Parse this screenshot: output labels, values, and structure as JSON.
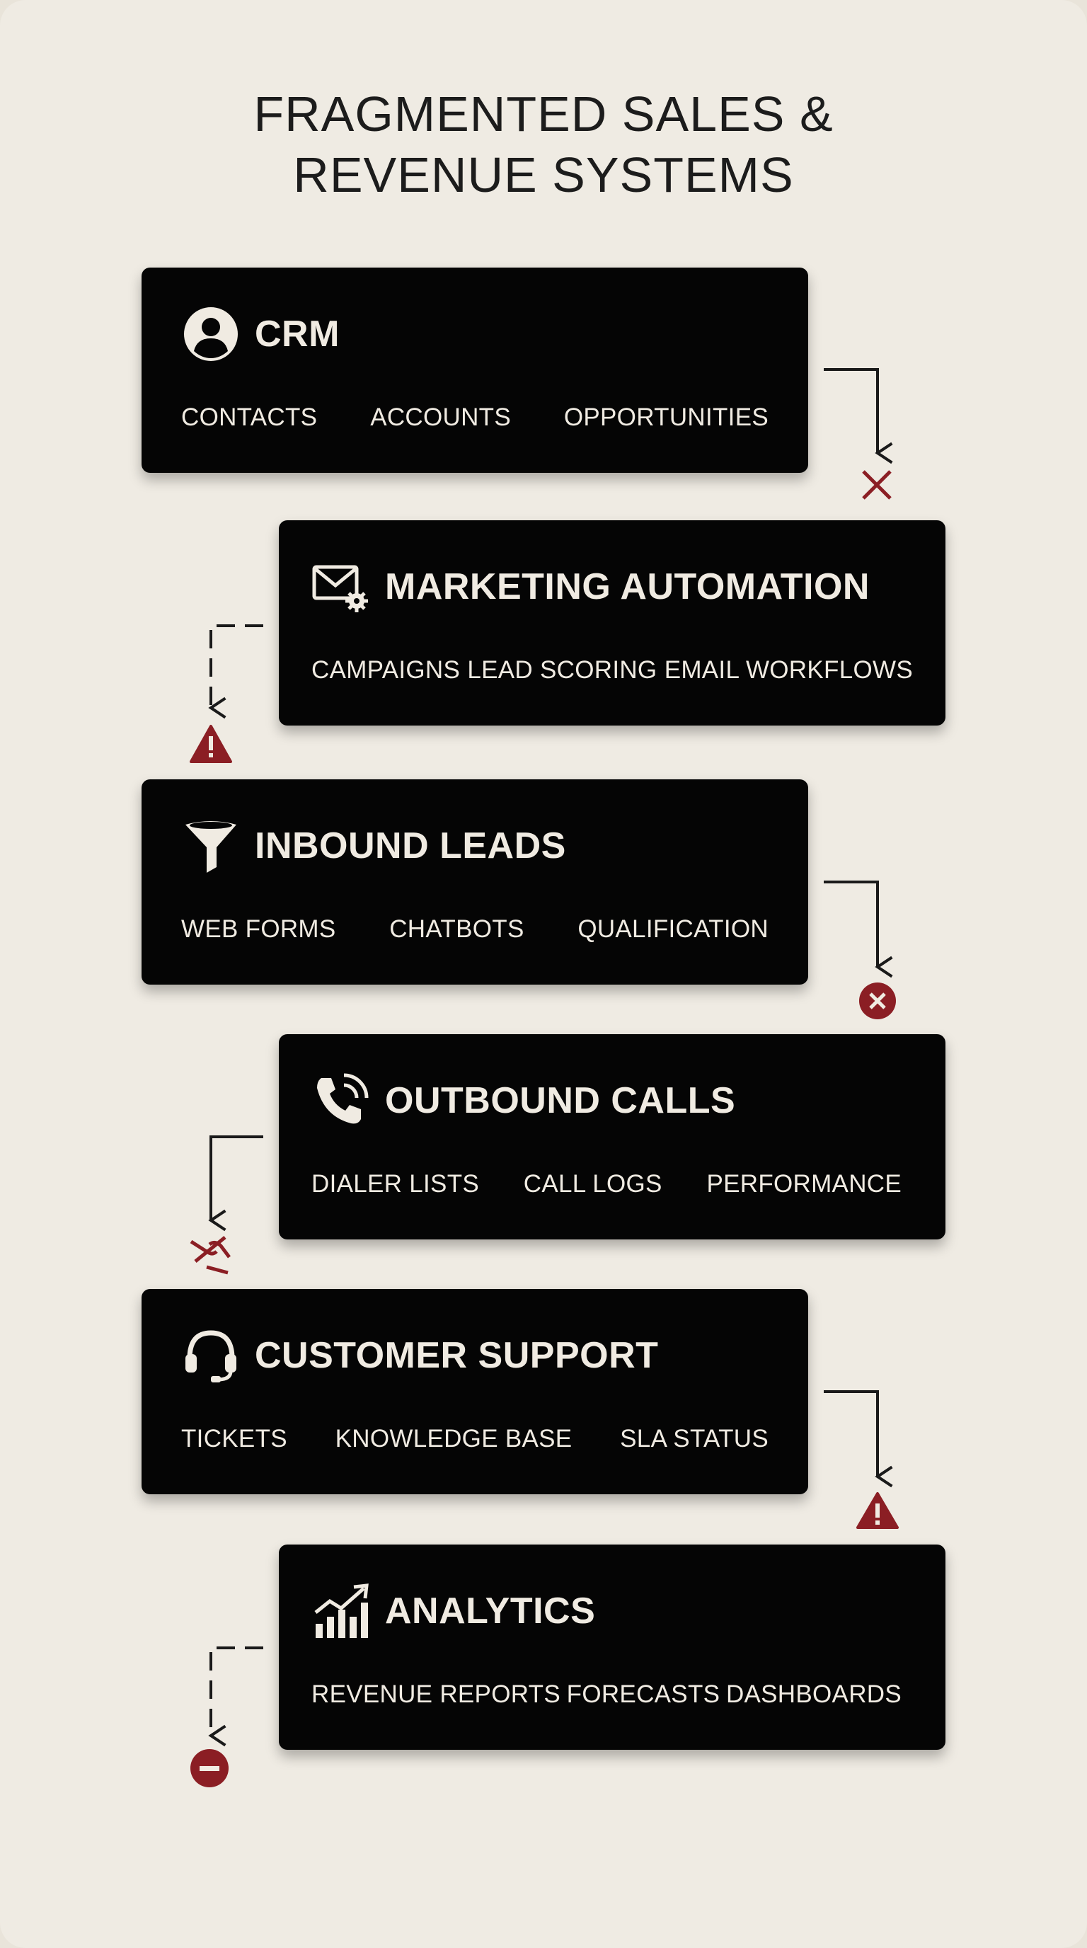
{
  "title": {
    "line1": "FRAGMENTED SALES &",
    "line2": "REVENUE SYSTEMS"
  },
  "colors": {
    "background": "#efebe3",
    "card": "#050505",
    "card_text": "#f0ebe2",
    "alert": "#8b1e24",
    "connector": "#1a1a1a"
  },
  "systems": [
    {
      "title": "CRM",
      "icon": "user-circle-icon",
      "items": [
        "CONTACTS",
        "ACCOUNTS",
        "OPPORTUNITIES"
      ],
      "status_icon": "x-mark-icon"
    },
    {
      "title": "MARKETING AUTOMATION",
      "icon": "email-gear-icon",
      "items": [
        "CAMPAIGNS",
        "LEAD SCORING",
        "EMAIL WORKFLOWS"
      ],
      "status_icon": "warning-triangle-icon"
    },
    {
      "title": "INBOUND LEADS",
      "icon": "funnel-icon",
      "items": [
        "WEB FORMS",
        "CHATBOTS",
        "QUALIFICATION"
      ],
      "status_icon": "x-circle-icon"
    },
    {
      "title": "OUTBOUND CALLS",
      "icon": "phone-call-icon",
      "items": [
        "DIALER LISTS",
        "CALL LOGS",
        "PERFORMANCE"
      ],
      "status_icon": "broken-link-icon"
    },
    {
      "title": "CUSTOMER SUPPORT",
      "icon": "headset-icon",
      "items": [
        "TICKETS",
        "KNOWLEDGE BASE",
        "SLA STATUS"
      ],
      "status_icon": "warning-triangle-icon"
    },
    {
      "title": "ANALYTICS",
      "icon": "bar-chart-trend-icon",
      "items": [
        "REVENUE REPORTS",
        "FORECASTS",
        "DASHBOARDS"
      ],
      "status_icon": "minus-circle-icon"
    }
  ]
}
